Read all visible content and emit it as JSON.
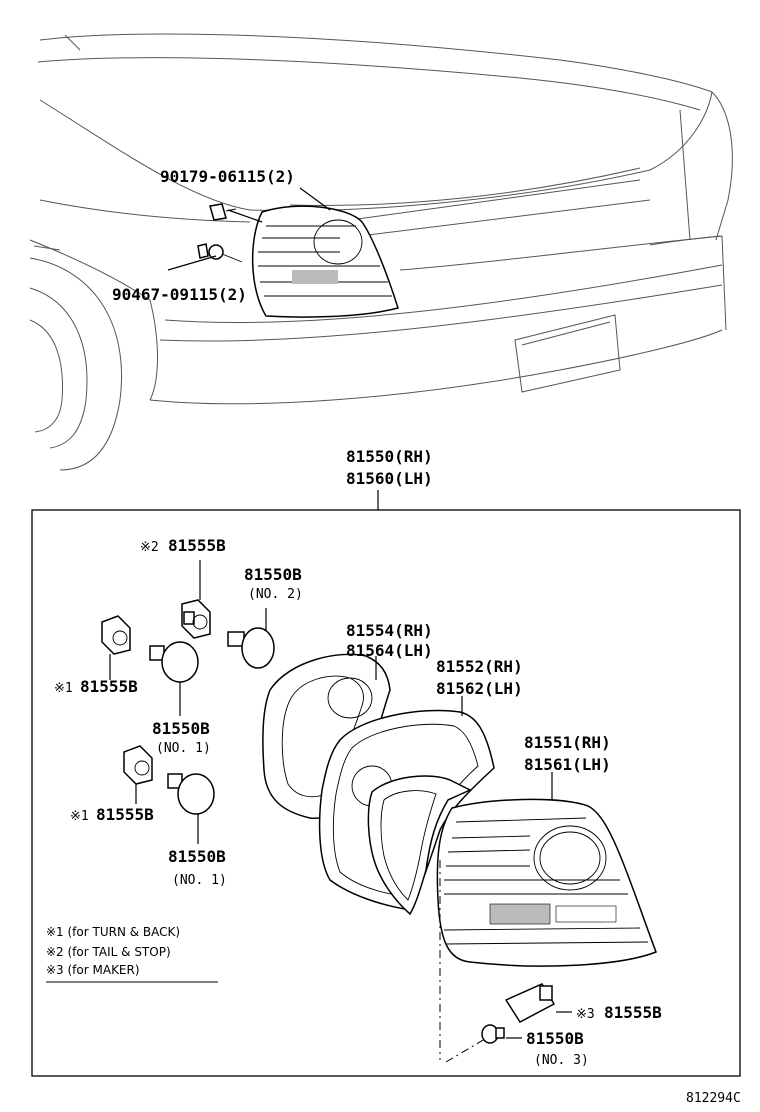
{
  "diagram": {
    "labels": {
      "bolt_top": "90179-06115(2)",
      "bolt_bottom": "90467-09115(2)",
      "assy_rh": "81550(RH)",
      "assy_lh": "81560(LH)",
      "socket2_mark": "※2",
      "socket2": "81555B",
      "bulb2": "81550B",
      "bulb2_no": "(NO. 2)",
      "socket1a_mark": "※1",
      "socket1a": "81555B",
      "bulb1a": "81550B",
      "bulb1a_no": "(NO. 1)",
      "socket1b_mark": "※1",
      "socket1b": "81555B",
      "bulb1b": "81550B",
      "bulb1b_no": "(NO. 1)",
      "gasket_rh": "81554(RH)",
      "gasket_lh": "81564(LH)",
      "housing_rh": "81552(RH)",
      "housing_lh": "81562(LH)",
      "lens_rh": "81551(RH)",
      "lens_lh": "81561(LH)",
      "socket3_mark": "※3",
      "socket3": "81555B",
      "bulb3": "81550B",
      "bulb3_no": "(NO. 3)"
    },
    "notes": [
      "※1 (for TURN & BACK)",
      "※2 (for TAIL & STOP)",
      "※3 (for MAKER)"
    ],
    "diagram_id": "812294C"
  }
}
